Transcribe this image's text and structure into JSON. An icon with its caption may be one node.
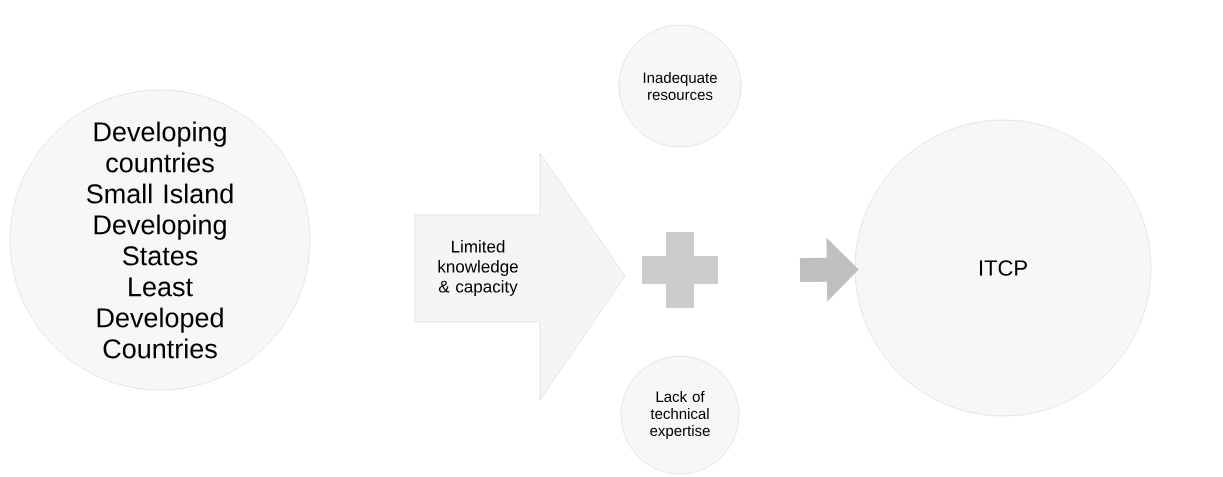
{
  "diagram": {
    "nodes": [
      {
        "text": [
          "Developing countries",
          "Small Island Developing States",
          "Least Developed Countries"
        ]
      },
      {
        "text": [
          "Limited knowledge & capacity"
        ]
      },
      {
        "text": [
          "Inadequate resources"
        ]
      },
      {
        "text": [],
        "shape": "plus"
      },
      {
        "text": [
          "Lack of technical expertise"
        ]
      },
      {
        "text": [
          "ITCP"
        ]
      }
    ],
    "edges": [
      {
        "from": null,
        "to": 5,
        "arrow": "to"
      }
    ]
  }
}
